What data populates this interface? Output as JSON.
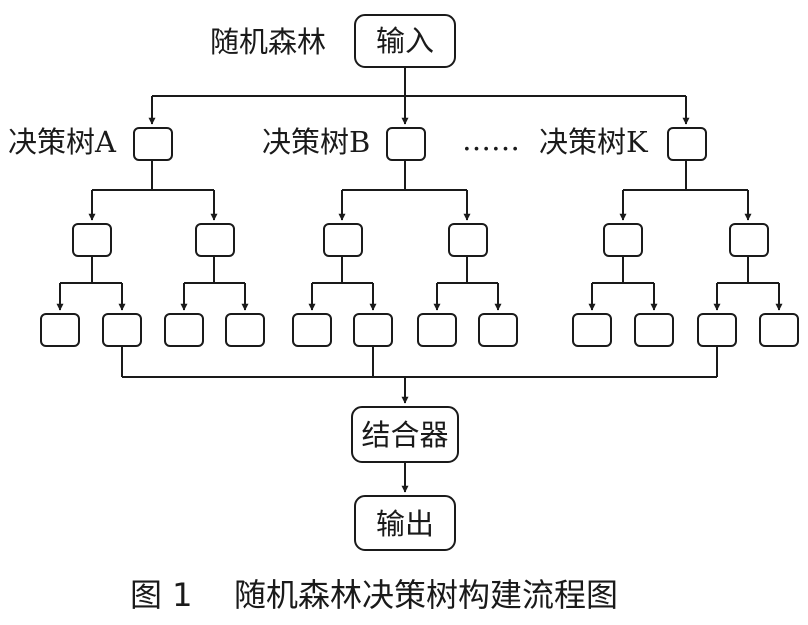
{
  "diagram": {
    "forest_label": "随机森林",
    "input_label": "输入",
    "combiner_label": "结合器",
    "output_label": "输出",
    "ellipsis": "……",
    "trees": [
      {
        "label": "决策树A"
      },
      {
        "label": "决策树B"
      },
      {
        "label": "决策树K"
      }
    ]
  },
  "caption": {
    "number": "图 1",
    "text": "随机森林决策树构建流程图"
  }
}
